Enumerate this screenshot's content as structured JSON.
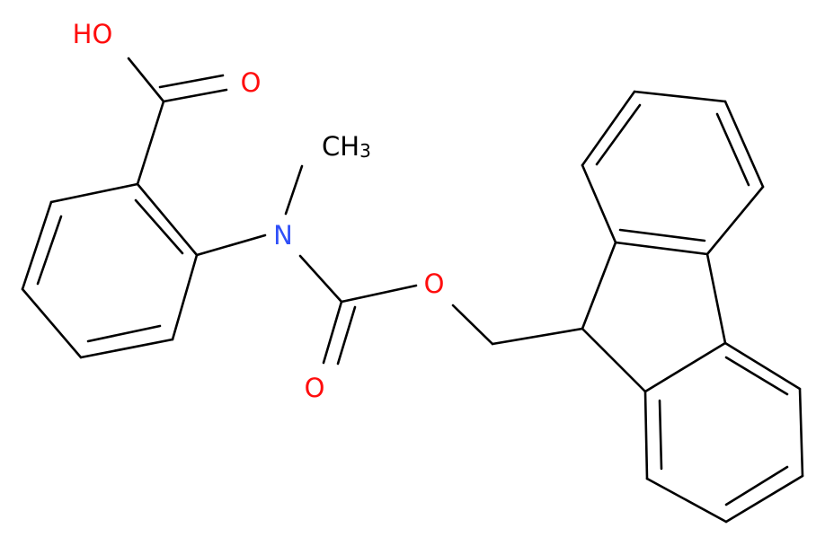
{
  "labels": {
    "hydroxyl": "HO",
    "carbonyl_oxygen_acid": "O",
    "methyl_c": "CH",
    "methyl_sub": "3",
    "nitrogen": "N",
    "ester_oxygen": "O",
    "carbamate_carbonyl_oxygen": "O"
  },
  "colors": {
    "bond": "#000000",
    "oxygen": "#ff0d0d",
    "nitrogen": "#3050f8",
    "carbon": "#000000"
  }
}
